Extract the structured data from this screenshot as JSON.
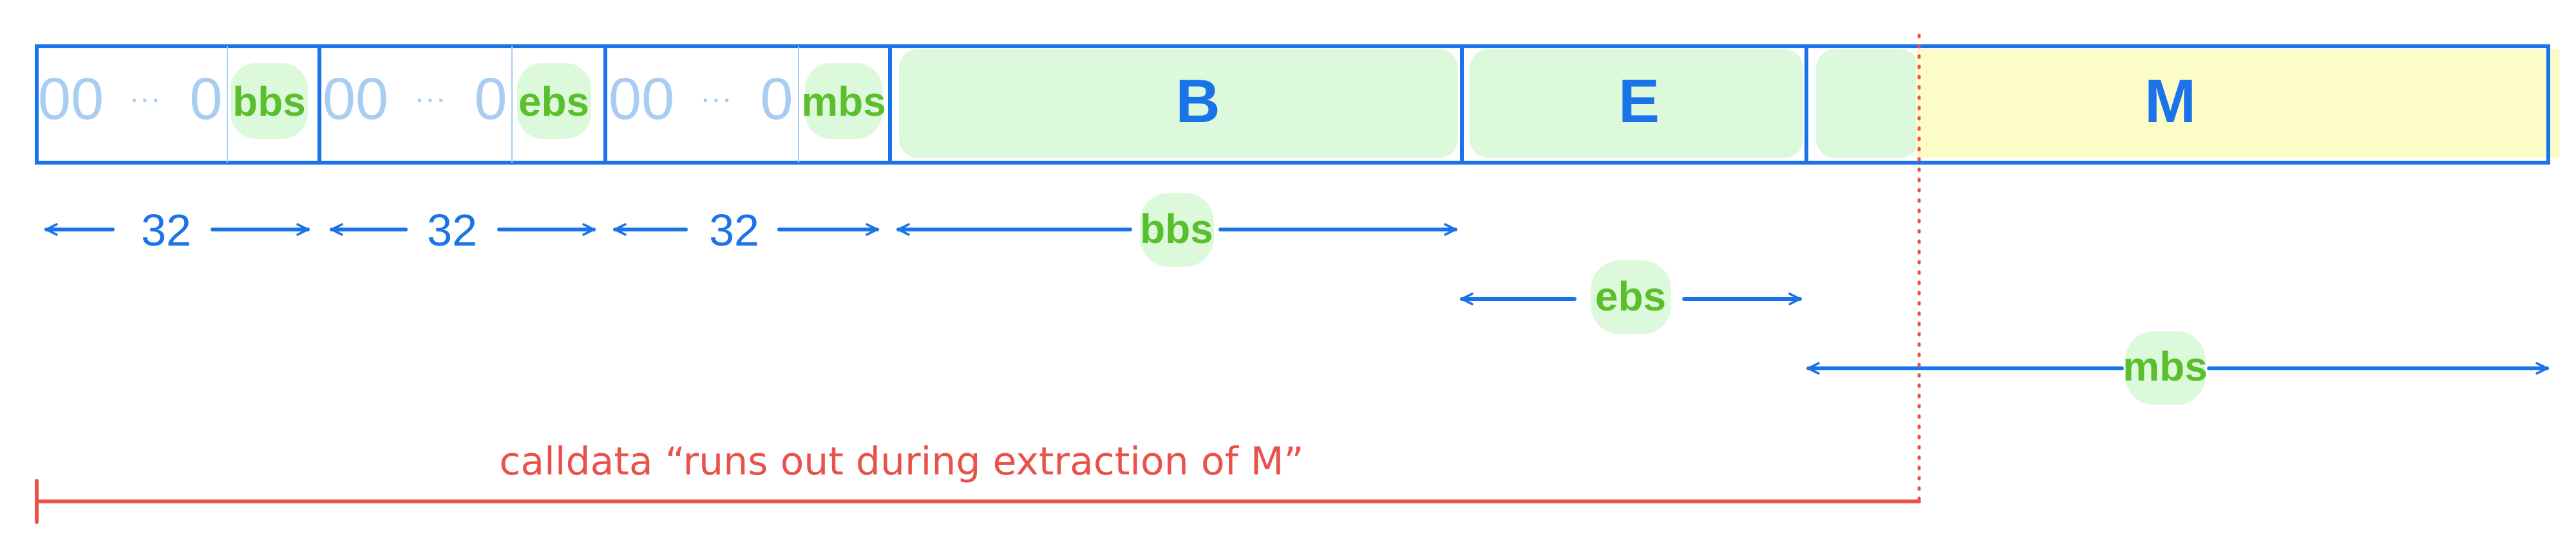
{
  "colors": {
    "blue": "#1a73e8",
    "light_blue": "#a9cdf2",
    "green_fill": "#dcfadb",
    "green_text": "#5bbf2d",
    "yellow_fill": "#fbfcc8",
    "red": "#e8524a"
  },
  "header_cells": [
    {
      "zeros_left": "00",
      "ellipsis": "···",
      "zero_right": "0",
      "size_label": "bbs"
    },
    {
      "zeros_left": "00",
      "ellipsis": "···",
      "zero_right": "0",
      "size_label": "ebs"
    },
    {
      "zeros_left": "00",
      "ellipsis": "···",
      "zero_right": "0",
      "size_label": "mbs"
    }
  ],
  "blocks": {
    "B": "B",
    "E": "E",
    "M": "M"
  },
  "spans": {
    "word_1": "32",
    "word_2": "32",
    "word_3": "32",
    "b_length": "bbs",
    "e_length": "ebs",
    "m_length": "mbs"
  },
  "annotation": {
    "text": "calldata “runs out during extraction of M”"
  }
}
